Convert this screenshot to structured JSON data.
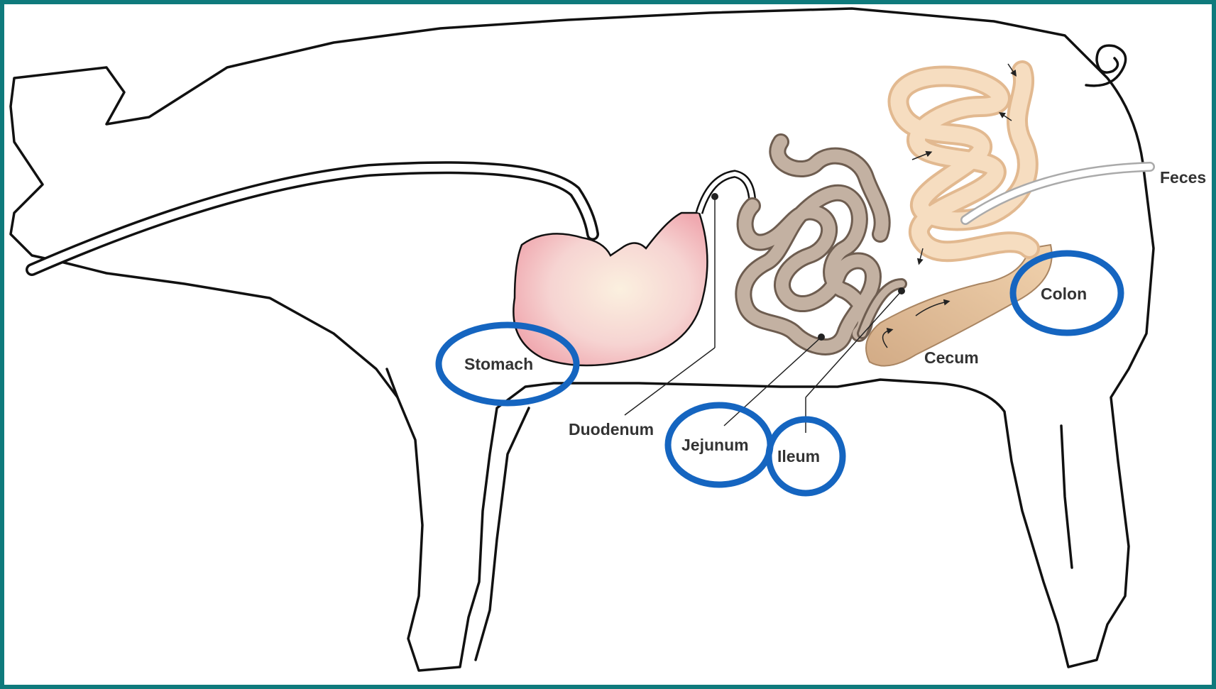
{
  "labels": {
    "stomach": "Stomach",
    "duodenum": "Duodenum",
    "jejunum": "Jejunum",
    "ileum": "Ileum",
    "cecum": "Cecum",
    "colon": "Colon",
    "feces": "Feces"
  },
  "highlighted": [
    "Stomach",
    "Jejunum",
    "Ileum",
    "Colon"
  ],
  "colors": {
    "frame": "#0f7a7c",
    "highlight_ring": "#1565c0",
    "stomach": "#f3c0c4",
    "small_intestine": "#b8a597",
    "large_intestine": "#efc9a0",
    "outline": "#111111"
  }
}
